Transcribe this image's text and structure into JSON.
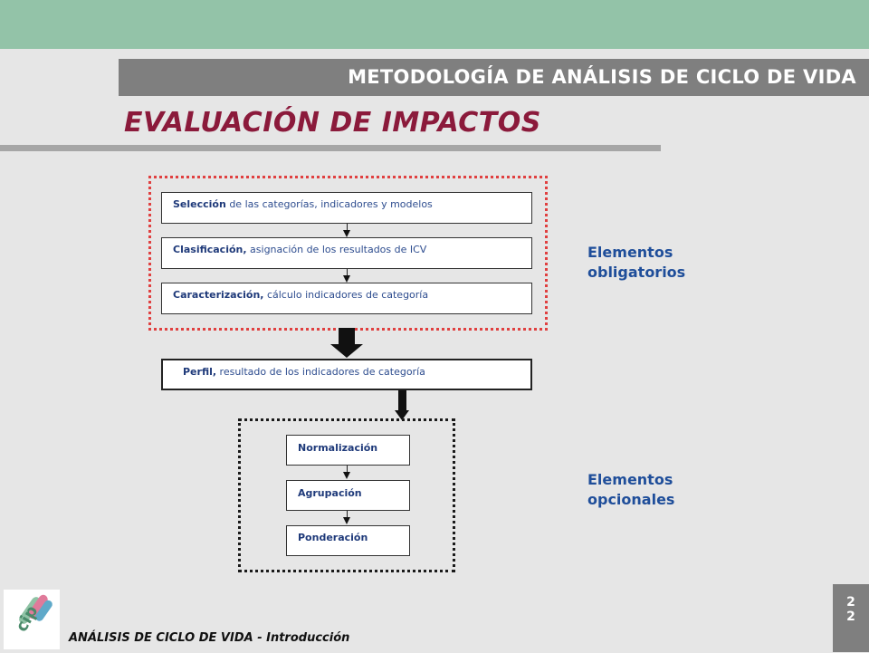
{
  "header": {
    "section_title": "METODOLOGÍA DE ANÁLISIS DE CICLO DE VIDA",
    "page_title": "EVALUACIÓN DE IMPACTOS"
  },
  "diagram": {
    "mandatory_steps": [
      {
        "term": "Selección",
        "desc": " de las categorías, indicadores y modelos"
      },
      {
        "term": "Clasificación,",
        "desc": " asignación de los resultados de ICV"
      },
      {
        "term": "Caracterización,",
        "desc": " cálculo indicadores de categoría"
      }
    ],
    "profile": {
      "term": "Perfil,",
      "desc": " resultado de los indicadores de categoría"
    },
    "optional_steps": [
      {
        "term": "Normalización"
      },
      {
        "term": "Agrupación"
      },
      {
        "term": "Ponderación"
      }
    ],
    "labels": {
      "mandatory_line1": "Elementos",
      "mandatory_line2": "obligatorios",
      "optional_line1": "Elementos",
      "optional_line2": "opcionales"
    }
  },
  "footer": {
    "text": "ANÁLISIS DE CICLO DE VIDA - Introducción",
    "page_number_line1": "2",
    "page_number_line2": "2",
    "logo_icon": "cip-logo-icon"
  },
  "colors": {
    "top_bar": "#93c3a8",
    "section_bar": "#7f7f7f",
    "title": "#8b1a3b",
    "mandatory_border": "#e04040",
    "label_blue": "#1f4e9a"
  }
}
